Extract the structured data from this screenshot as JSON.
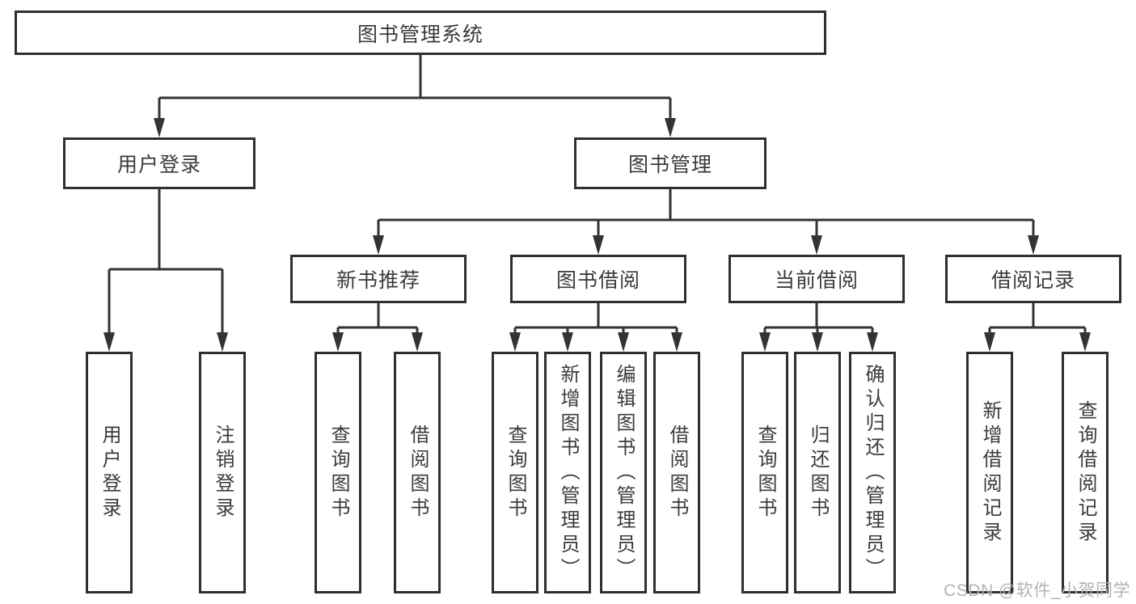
{
  "diagram": {
    "root": {
      "label": "图书管理系统"
    },
    "level2": [
      {
        "label": "用户登录"
      },
      {
        "label": "图书管理"
      }
    ],
    "level3": [
      {
        "label": "新书推荐",
        "parent": "图书管理"
      },
      {
        "label": "图书借阅",
        "parent": "图书管理"
      },
      {
        "label": "当前借阅",
        "parent": "图书管理"
      },
      {
        "label": "借阅记录",
        "parent": "图书管理"
      }
    ],
    "leaves": [
      {
        "label": "用户登录",
        "parent": "用户登录"
      },
      {
        "label": "注销登录",
        "parent": "用户登录"
      },
      {
        "label": "查询图书",
        "parent": "新书推荐"
      },
      {
        "label": "借阅图书",
        "parent": "新书推荐"
      },
      {
        "label": "查询图书",
        "parent": "图书借阅"
      },
      {
        "label": "新增图书（管理员）",
        "parent": "图书借阅"
      },
      {
        "label": "编辑图书（管理员）",
        "parent": "图书借阅"
      },
      {
        "label": "借阅图书",
        "parent": "图书借阅"
      },
      {
        "label": "查询图书",
        "parent": "当前借阅"
      },
      {
        "label": "归还图书",
        "parent": "当前借阅"
      },
      {
        "label": "确认归还（管理员）",
        "parent": "当前借阅"
      },
      {
        "label": "新增借阅记录",
        "parent": "借阅记录"
      },
      {
        "label": "查询借阅记录",
        "parent": "借阅记录"
      }
    ],
    "palette": {
      "line": "#333333",
      "border": "#2f2f2f",
      "text": "#3b3b3b",
      "background": "#ffffff",
      "watermark_text_color": "#b3b3b3"
    }
  },
  "watermark": {
    "text": "CSDN @软件_小贺同学"
  }
}
